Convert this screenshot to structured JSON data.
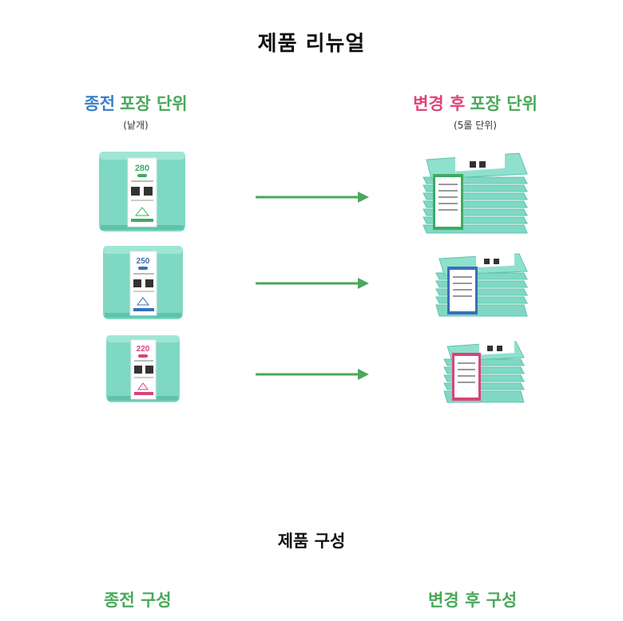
{
  "title": "제품 리뉴얼",
  "left_column": {
    "heading_part1": "종전",
    "heading_part2": "포장 단위",
    "subtitle": "(낱개)"
  },
  "right_column": {
    "heading_part1": "변경 후",
    "heading_part2": "포장 단위",
    "subtitle": "(5롤 단위)"
  },
  "rows": [
    {
      "size": "280",
      "label_color": "#3faa62"
    },
    {
      "size": "250",
      "label_color": "#3a6fb7"
    },
    {
      "size": "220",
      "label_color": "#d9437c"
    }
  ],
  "section_title": "제품 구성",
  "bottom_left": "종전 구성",
  "bottom_right": "변경 후 구성",
  "colors": {
    "product_teal": "#7fd8c4",
    "arrow_green": "#4aa85a"
  }
}
